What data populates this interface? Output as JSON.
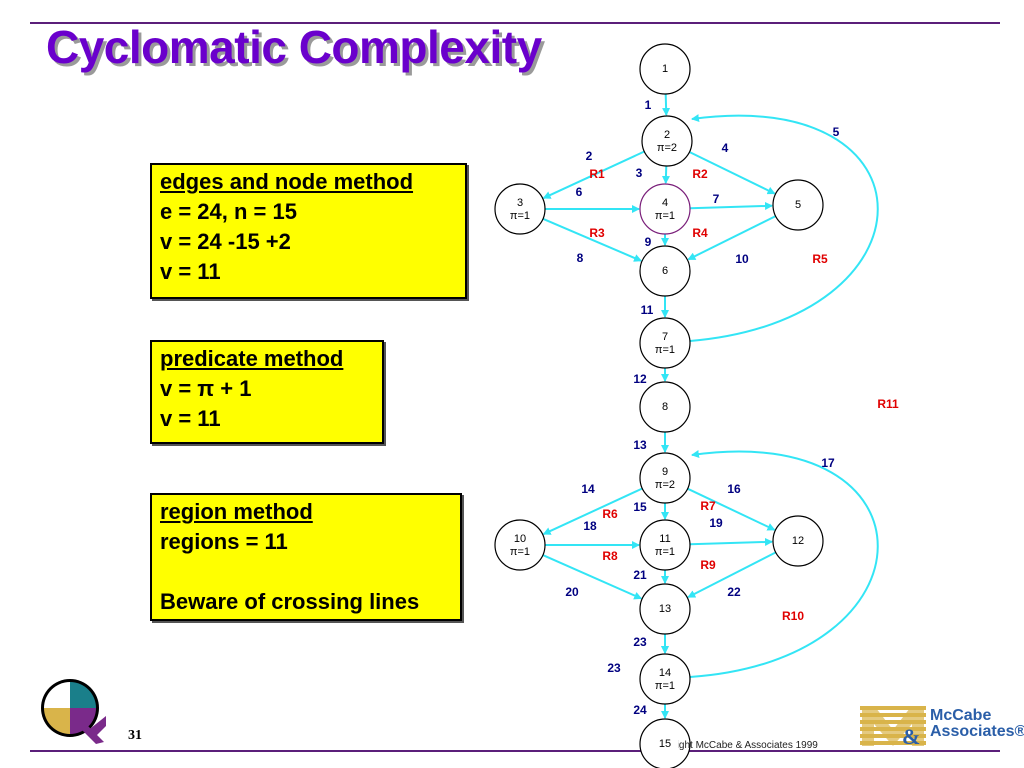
{
  "title": "Cyclomatic Complexity",
  "boxes": {
    "edges_node": {
      "heading": "edges and node method",
      "lines": [
        "e = 24, n = 15",
        "v = 24 -15 +2",
        "v = 11"
      ]
    },
    "predicate": {
      "heading": "predicate method",
      "lines": [
        "v = π + 1",
        "v = 11"
      ]
    },
    "region": {
      "heading": "region method",
      "lines": [
        "regions = 11",
        "",
        "Beware of crossing lines"
      ]
    }
  },
  "graph": {
    "nodes": [
      {
        "id": "1",
        "label": "1",
        "pi": ""
      },
      {
        "id": "2",
        "label": "2",
        "pi": "π=2"
      },
      {
        "id": "3",
        "label": "3",
        "pi": "π=1"
      },
      {
        "id": "4",
        "label": "4",
        "pi": "π=1"
      },
      {
        "id": "5",
        "label": "5",
        "pi": ""
      },
      {
        "id": "6",
        "label": "6",
        "pi": ""
      },
      {
        "id": "7",
        "label": "7",
        "pi": "π=1"
      },
      {
        "id": "8",
        "label": "8",
        "pi": ""
      },
      {
        "id": "9",
        "label": "9",
        "pi": "π=2"
      },
      {
        "id": "10",
        "label": "10",
        "pi": "π=1"
      },
      {
        "id": "11",
        "label": "11",
        "pi": "π=1"
      },
      {
        "id": "12",
        "label": "12",
        "pi": ""
      },
      {
        "id": "13",
        "label": "13",
        "pi": ""
      },
      {
        "id": "14",
        "label": "14",
        "pi": "π=1"
      },
      {
        "id": "15",
        "label": "15",
        "pi": ""
      }
    ],
    "edges": [
      {
        "label": "1",
        "from": "1",
        "to": "2"
      },
      {
        "label": "2",
        "from": "2",
        "to": "3"
      },
      {
        "label": "3",
        "from": "2",
        "to": "4"
      },
      {
        "label": "4",
        "from": "2",
        "to": "5"
      },
      {
        "label": "5",
        "from": "7",
        "to": "2"
      },
      {
        "label": "6",
        "from": "3",
        "to": "4"
      },
      {
        "label": "7",
        "from": "4",
        "to": "5"
      },
      {
        "label": "8",
        "from": "3",
        "to": "6"
      },
      {
        "label": "9",
        "from": "4",
        "to": "6"
      },
      {
        "label": "10",
        "from": "5",
        "to": "6"
      },
      {
        "label": "11",
        "from": "6",
        "to": "7"
      },
      {
        "label": "12",
        "from": "7",
        "to": "8"
      },
      {
        "label": "13",
        "from": "8",
        "to": "9"
      },
      {
        "label": "14",
        "from": "9",
        "to": "10"
      },
      {
        "label": "15",
        "from": "9",
        "to": "11"
      },
      {
        "label": "16",
        "from": "9",
        "to": "12"
      },
      {
        "label": "17",
        "from": "14",
        "to": "9"
      },
      {
        "label": "18",
        "from": "10",
        "to": "11"
      },
      {
        "label": "19",
        "from": "11",
        "to": "12"
      },
      {
        "label": "20",
        "from": "10",
        "to": "13"
      },
      {
        "label": "21",
        "from": "11",
        "to": "13"
      },
      {
        "label": "22",
        "from": "12",
        "to": "13"
      },
      {
        "label": "23",
        "from": "13",
        "to": "14"
      },
      {
        "label": "23",
        "from": "13",
        "to": "14"
      },
      {
        "label": "24",
        "from": "14",
        "to": "15"
      }
    ],
    "regions": [
      "R1",
      "R2",
      "R3",
      "R4",
      "R5",
      "R6",
      "R7",
      "R8",
      "R9",
      "R10",
      "R11"
    ],
    "colors": {
      "edge": "#33e5f5",
      "node_stroke": "#000000",
      "node_highlight": "#7a1f7a",
      "edge_label": "#000080",
      "region_label": "#e00000"
    }
  },
  "footer": {
    "page_number": "31",
    "copyright": "Copyright McCabe & Associates 1999",
    "logo_text": "McCabe\nAssociates®"
  }
}
